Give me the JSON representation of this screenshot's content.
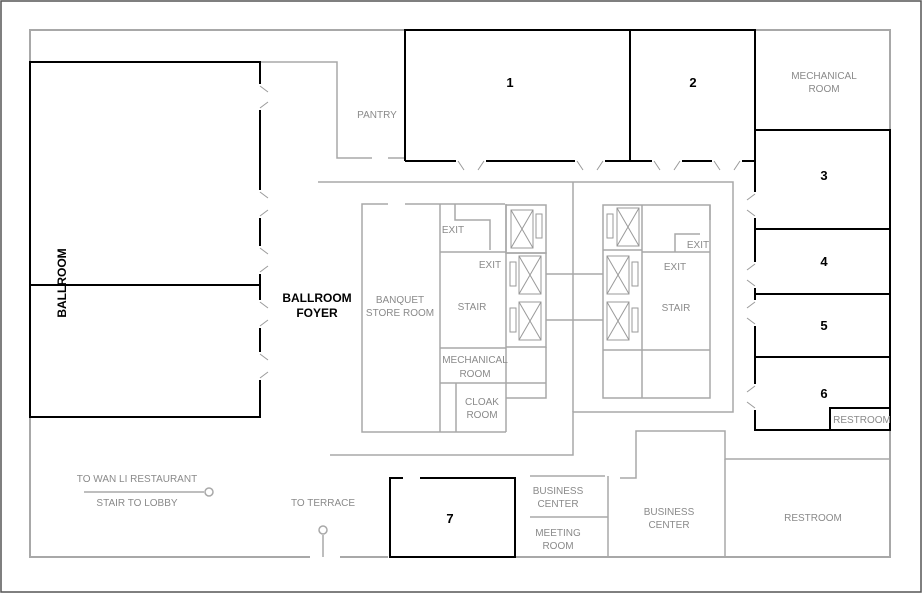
{
  "rooms": {
    "r1": "1",
    "r2": "2",
    "r3": "3",
    "r4": "4",
    "r5": "5",
    "r6": "6",
    "r7": "7",
    "ballroom": "BALLROOM",
    "foyer_line1": "BALLROOM",
    "foyer_line2": "FOYER",
    "pantry": "PANTRY",
    "mech_room_line1": "MECHANICAL",
    "mech_room_line2": "ROOM",
    "banquet_line1": "BANQUET",
    "banquet_line2": "STORE ROOM",
    "stair_left": "STAIR",
    "stair_right": "STAIR",
    "exit_1": "EXIT",
    "exit_2": "EXIT",
    "exit_3": "EXIT",
    "exit_4": "EXIT",
    "mech_center_line1": "MECHANICAL",
    "mech_center_line2": "ROOM",
    "cloak_line1": "CLOAK",
    "cloak_line2": "ROOM",
    "restroom_small": "RESTROOM",
    "restroom_big": "RESTROOM",
    "bc_small_line1": "BUSINESS",
    "bc_small_line2": "CENTER",
    "bc_big_line1": "BUSINESS",
    "bc_big_line2": "CENTER",
    "meeting_line1": "MEETING",
    "meeting_line2": "ROOM",
    "wanli": "TO WAN LI RESTAURANT",
    "stair_lobby": "STAIR TO LOBBY",
    "terrace": "TO TERRACE"
  }
}
